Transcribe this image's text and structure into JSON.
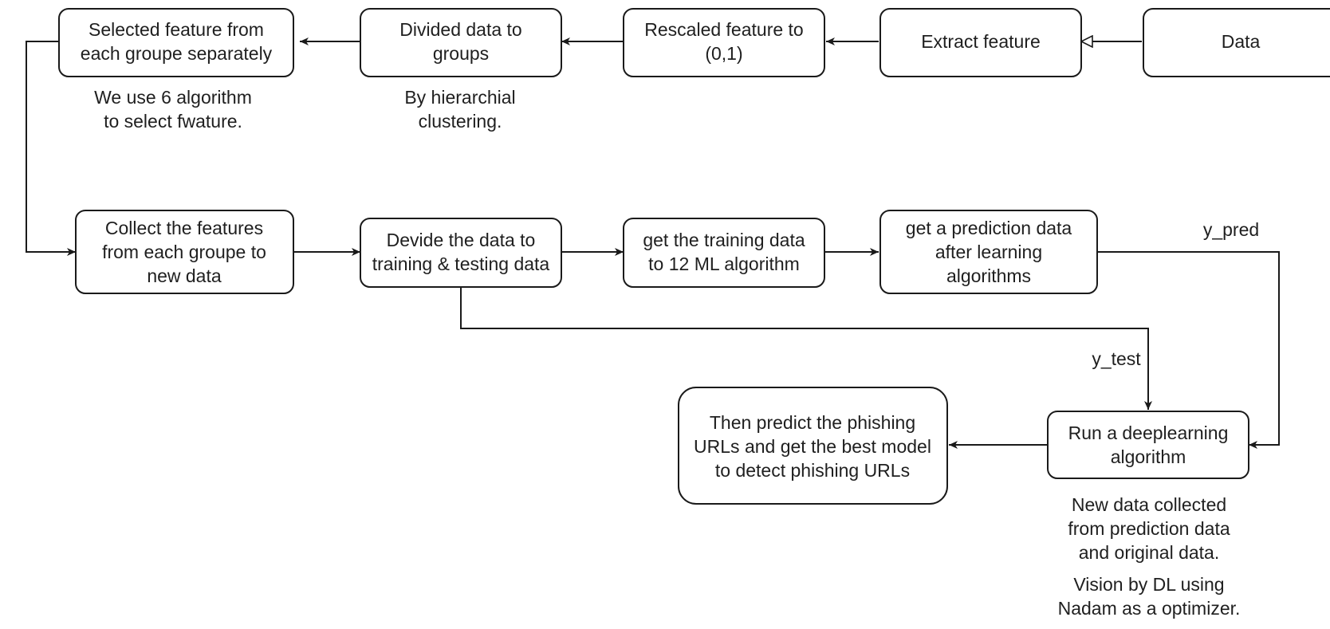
{
  "nodes": {
    "data": [
      "Data"
    ],
    "extract_feature": [
      "Extract feature"
    ],
    "rescaled_feature": [
      "Rescaled feature to",
      "(0,1)"
    ],
    "divided_data": [
      "Divided data to",
      "groups"
    ],
    "selected_feature": [
      "Selected feature from",
      "each groupe separately"
    ],
    "collect_features": [
      "Collect the features",
      "from each groupe to",
      "new data"
    ],
    "devide_data": [
      "Devide the data to",
      "training & testing data"
    ],
    "get_training_data": [
      "get the training data",
      "to 12 ML algorithm"
    ],
    "get_prediction_data": [
      "get a prediction data",
      "after learning",
      "algorithms"
    ],
    "run_deeplearning": [
      "Run a deeplearning",
      "algorithm"
    ],
    "predict_phishing": [
      "Then predict the phishing",
      "URLs and get the best model",
      "to detect phishing URLs"
    ]
  },
  "captions": {
    "six_algorithm": [
      "We use 6 algorithm",
      "to select fwature."
    ],
    "hierarchial": [
      "By hierarchial",
      "clustering."
    ],
    "new_data_collected": [
      "New data collected",
      "from prediction data",
      "and original data."
    ],
    "vision_by_dl": [
      "Vision by DL using",
      "Nadam as a optimizer."
    ]
  },
  "edge_labels": {
    "y_pred": "y_pred",
    "y_test": "y_test"
  }
}
